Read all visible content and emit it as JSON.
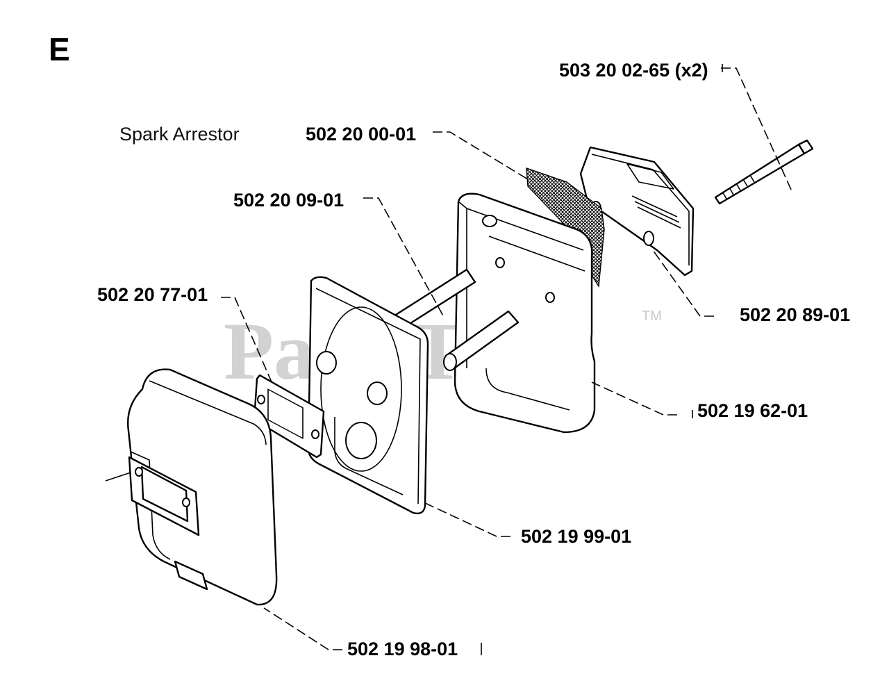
{
  "section_letter": "E",
  "watermark": {
    "text": "PartsTree",
    "trademark": "TM"
  },
  "callouts": {
    "spark_arrestor_caption": "Spark Arrestor",
    "bolts": "503 20 02-65 (x2)",
    "screen": "502 20 00-01",
    "spacer_tubes": "502 20 09-01",
    "gasket": "502 20 77-01",
    "deflector": "502 20 89-01",
    "muffler_rear": "502 19 62-01",
    "muffler_plate": "502 19 99-01",
    "muffler_cover": "502 19 98-01"
  }
}
